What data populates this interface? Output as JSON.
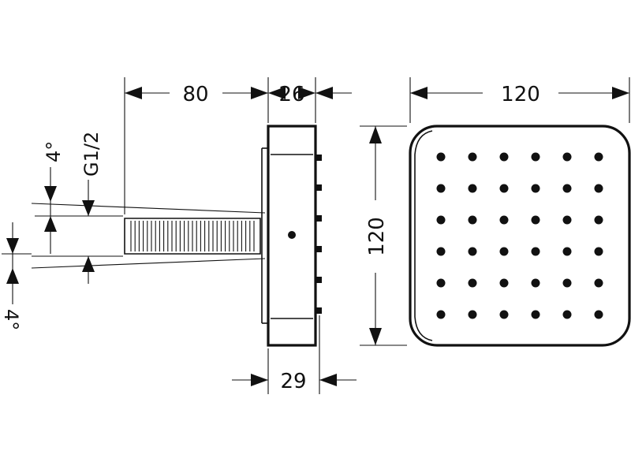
{
  "dimensions": {
    "arm_length": "80",
    "body_depth": "26",
    "head_width": "120",
    "head_height": "120",
    "base_depth": "29",
    "thread": "G1/2",
    "angle_top": "4°",
    "angle_bottom": "4°"
  },
  "head": {
    "nozzle_rows": 6,
    "nozzle_cols": 6
  },
  "colors": {
    "line": "#111111",
    "background": "#ffffff"
  }
}
